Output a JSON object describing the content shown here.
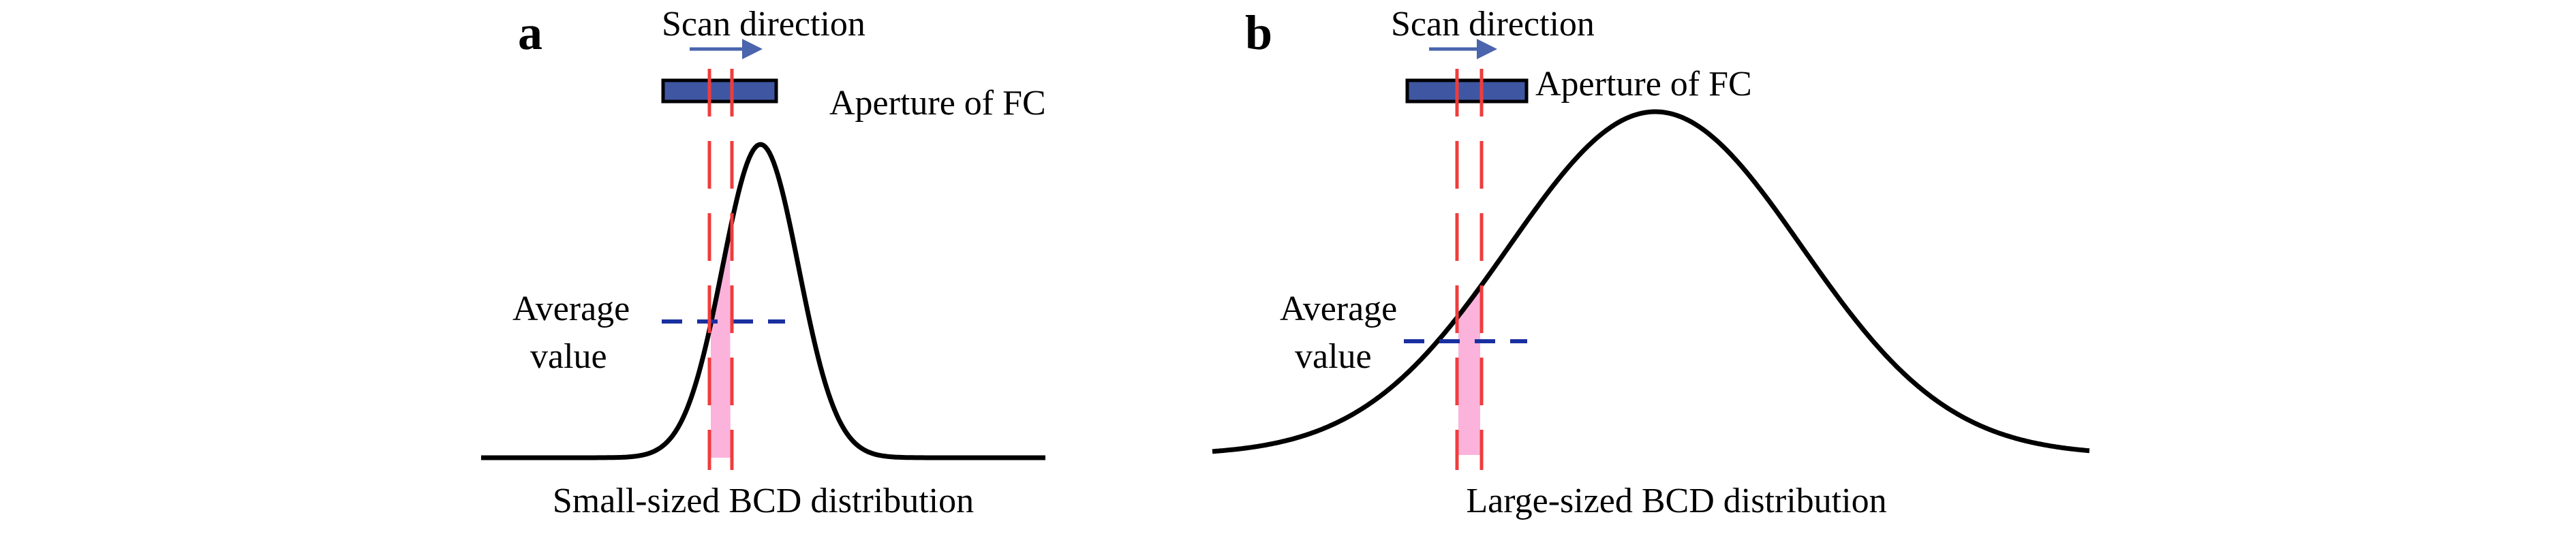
{
  "colors": {
    "aperture_fill": "#3f57a3",
    "arrow": "#4a64ad",
    "cut_line": "#f03c3c",
    "average_line": "#1a2fa0",
    "shaded_area": "#fbb3dc",
    "curve": "#000000"
  },
  "panels": [
    {
      "letter": "a",
      "scan_label": "Scan direction",
      "aperture_label": "Aperture of FC",
      "average_label_line1": "Average",
      "average_label_line2": "value",
      "caption": "Small-sized BCD distribution"
    },
    {
      "letter": "b",
      "scan_label": "Scan direction",
      "aperture_label": "Aperture of FC",
      "average_label_line1": "Average",
      "average_label_line2": "value",
      "caption": "Large-sized BCD distribution"
    }
  ]
}
